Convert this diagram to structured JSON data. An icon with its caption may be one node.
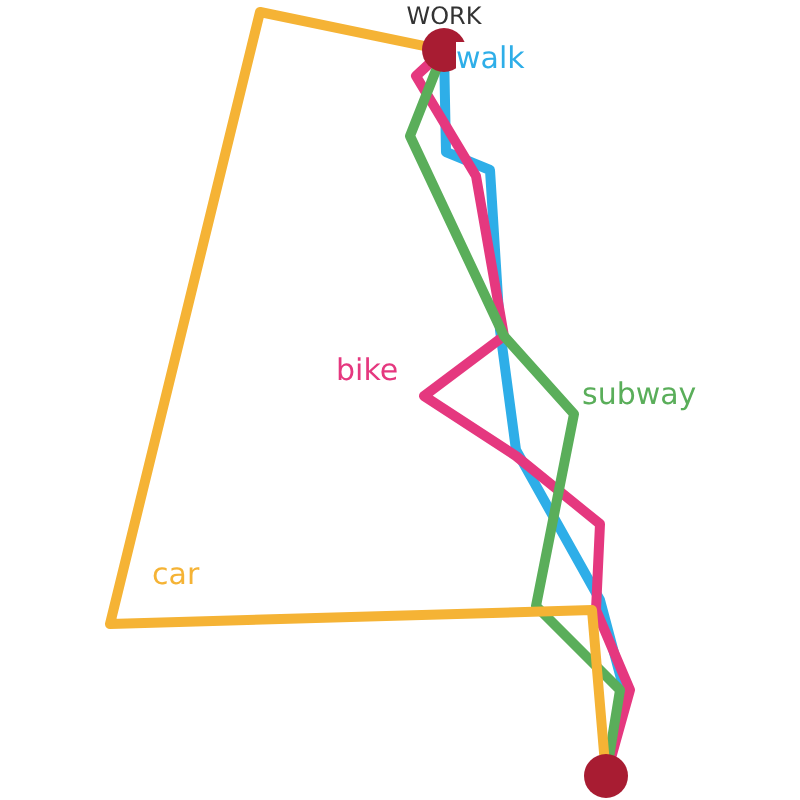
{
  "diagram": {
    "nodes": [
      {
        "text": [
          "WORK"
        ]
      },
      {
        "text": [],
        "shape": "circle"
      }
    ],
    "edges": [
      {
        "from": 1,
        "to": 0,
        "arrow": "none",
        "label": "walk",
        "color": "#2eaee8"
      },
      {
        "from": 1,
        "to": 0,
        "arrow": "none",
        "label": "bike",
        "color": "#e5387f"
      },
      {
        "from": 1,
        "to": 0,
        "arrow": "none",
        "label": "subway",
        "color": "#5aae5a"
      },
      {
        "from": 1,
        "to": 0,
        "arrow": "none",
        "label": "car",
        "color": "#f5b335"
      }
    ]
  }
}
